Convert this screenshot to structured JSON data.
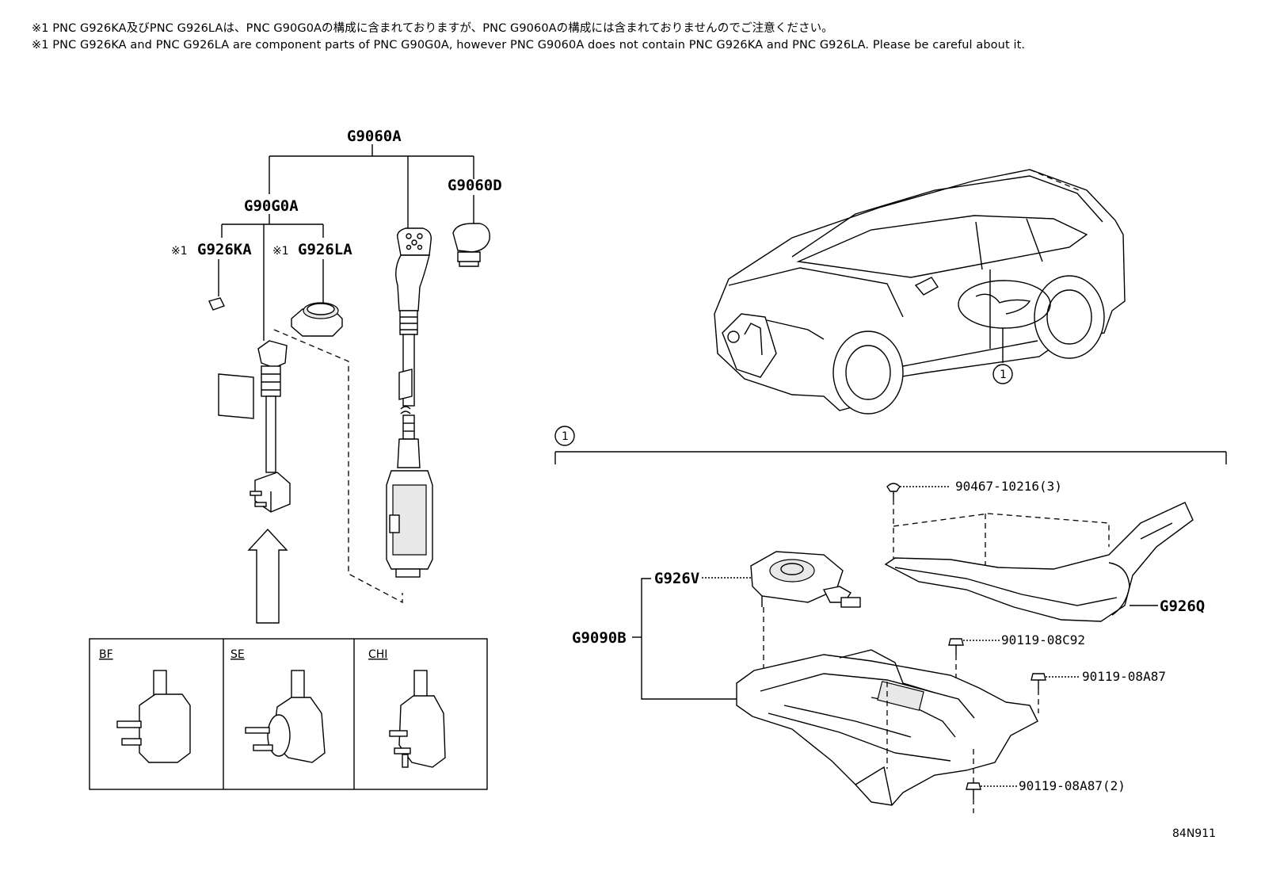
{
  "notes": {
    "jp": "※1 PNC G926KA及びPNC G926LAは、PNC G90G0Aの構成に含まれておりますが、PNC G9060Aの構成には含まれておりませんのでご注意ください。",
    "en": "※1 PNC G926KA and PNC G926LA are component parts of PNC G90G0A, however PNC G9060A does not contain PNC G926KA and PNC G926LA. Please be careful about it."
  },
  "labels": {
    "g9060a": "G9060A",
    "g90g0a": "G90G0A",
    "g9060d": "G9060D",
    "g926ka": "G926KA",
    "g926la": "G926LA",
    "note_mark_1": "※1",
    "note_mark_2": "※1",
    "g926v": "G926V",
    "g9090b": "G9090B",
    "g926q": "G926Q",
    "p90467": "90467-10216(3)",
    "p90119_08c92": "90119-08C92",
    "p90119_08a87": "90119-08A87",
    "p90119_08a87_2": "90119-08A87(2)",
    "callout_1": "1",
    "callout_1b": "1"
  },
  "plug_variants": [
    {
      "code": "BF"
    },
    {
      "code": "SE"
    },
    {
      "code": "CHI"
    }
  ],
  "figure_id": "84N911"
}
